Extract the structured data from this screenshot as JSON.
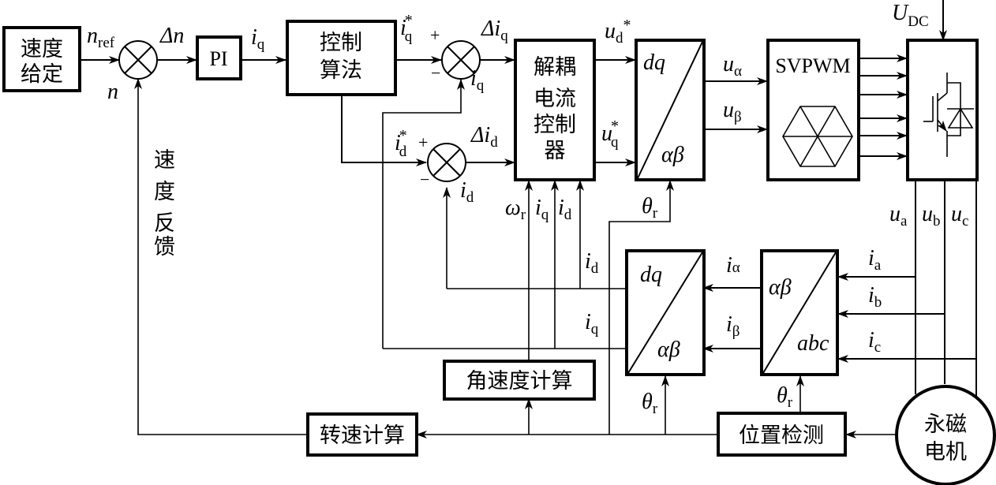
{
  "title": "PMSM vector control (FOC) block diagram",
  "blocks": {
    "speed_ref": [
      "速度",
      "给定"
    ],
    "pi": "PI",
    "control_algorithm": [
      "控制",
      "算法"
    ],
    "decoupling_controller": [
      "解耦",
      "电流",
      "控制",
      "器"
    ],
    "inverse_park": {
      "top": "dq",
      "bottom": "αβ"
    },
    "svpwm": "SVPWM",
    "inverter": "inverter-igbt",
    "park": {
      "top": "dq",
      "bottom": "αβ"
    },
    "clarke": {
      "top": "αβ",
      "bottom": "abc"
    },
    "angular_speed_calc": "角速度计算",
    "speed_calc": "转速计算",
    "position_detection": "位置检测",
    "motor": [
      "永磁",
      "电机"
    ]
  },
  "feedback_label": [
    "速",
    "度",
    "反",
    "馈"
  ],
  "signals": {
    "n_ref": {
      "main": "n",
      "sub": "ref"
    },
    "n": {
      "main": "n"
    },
    "delta_n": {
      "main": "Δn"
    },
    "iq_pi": {
      "main": "i",
      "sub": "q"
    },
    "iq_star": {
      "main": "i",
      "sub": "q",
      "sup": "*"
    },
    "id_star": {
      "main": "i",
      "sub": "d",
      "sup": "*"
    },
    "delta_iq": {
      "main": "Δi",
      "sub": "q"
    },
    "delta_id": {
      "main": "Δi",
      "sub": "d"
    },
    "iq_fb": {
      "main": "i",
      "sub": "q"
    },
    "id_fb": {
      "main": "i",
      "sub": "d"
    },
    "omega_r": {
      "main": "ω",
      "sub": "r"
    },
    "iq_in": {
      "main": "i",
      "sub": "q"
    },
    "id_in": {
      "main": "i",
      "sub": "d"
    },
    "ud_star": {
      "main": "u",
      "sub": "d",
      "sup": "*"
    },
    "uq_star": {
      "main": "u",
      "sub": "q",
      "sup": "*"
    },
    "u_alpha": {
      "main": "u",
      "sub": "α"
    },
    "u_beta": {
      "main": "u",
      "sub": "β"
    },
    "theta_r_1": {
      "main": "θ",
      "sub": "r"
    },
    "theta_r_2": {
      "main": "θ",
      "sub": "r"
    },
    "theta_r_3": {
      "main": "θ",
      "sub": "r"
    },
    "u_dc": {
      "main": "U",
      "sub": "DC"
    },
    "ua": {
      "main": "u",
      "sub": "a"
    },
    "ub": {
      "main": "u",
      "sub": "b"
    },
    "uc": {
      "main": "u",
      "sub": "c"
    },
    "ia": {
      "main": "i",
      "sub": "a"
    },
    "ib": {
      "main": "i",
      "sub": "b"
    },
    "ic": {
      "main": "i",
      "sub": "c"
    },
    "i_alpha": {
      "main": "i",
      "sub": "α"
    },
    "i_beta": {
      "main": "i",
      "sub": "β"
    },
    "id_park": {
      "main": "i",
      "sub": "d"
    },
    "iq_park": {
      "main": "i",
      "sub": "q"
    }
  },
  "signs": {
    "plus": "+",
    "minus": "−"
  }
}
